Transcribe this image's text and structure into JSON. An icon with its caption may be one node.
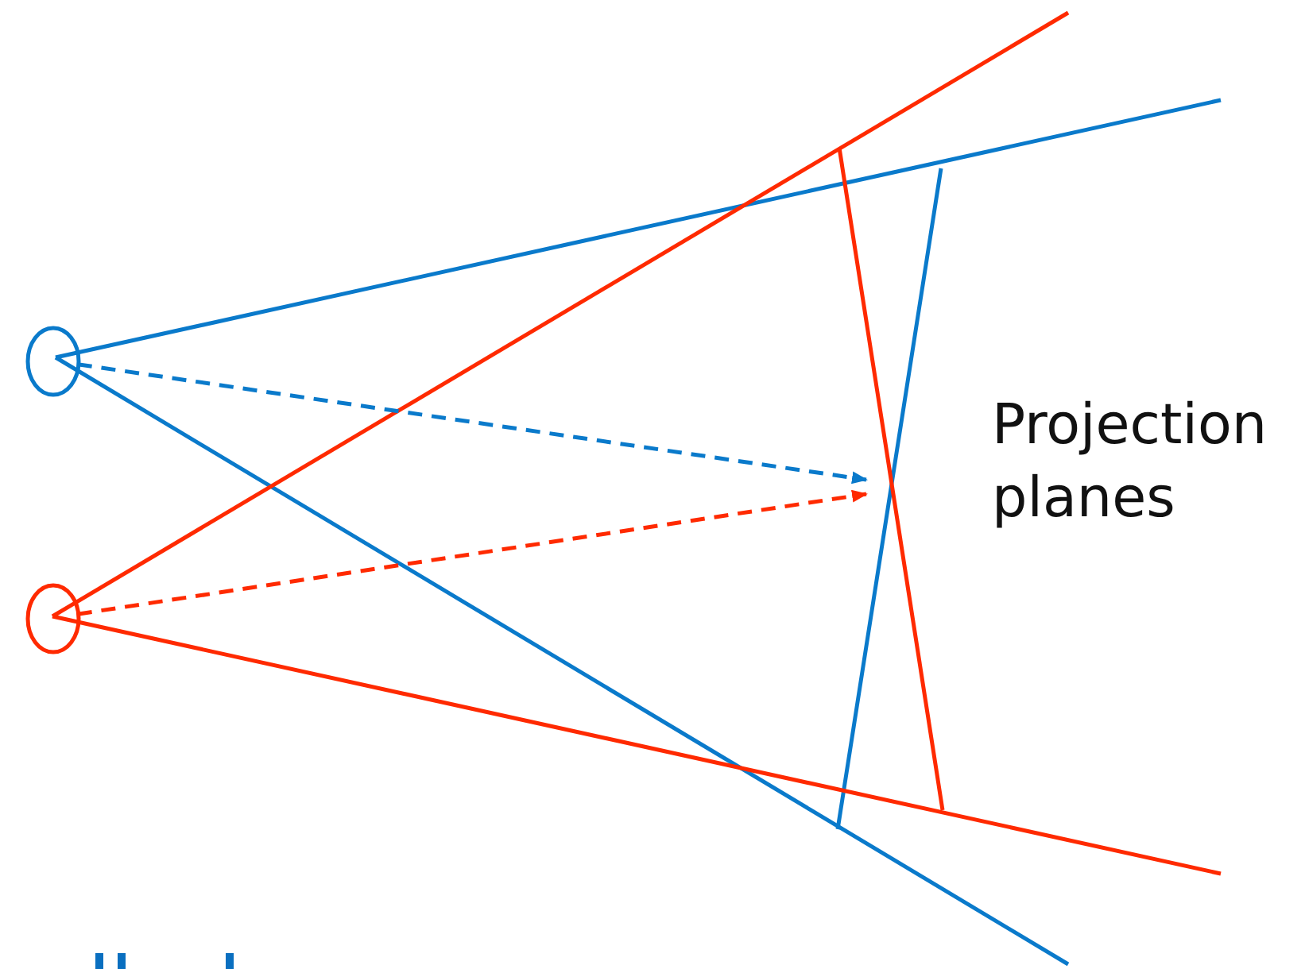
{
  "diagram": {
    "nodes": [
      {
        "text": [],
        "shape": "circle"
      },
      {
        "text": [],
        "shape": "circle"
      }
    ],
    "edges": [
      {
        "from": 0,
        "to": null,
        "arrow": "to",
        "style": "dashed",
        "color": "#0a7acb"
      },
      {
        "from": 1,
        "to": null,
        "arrow": "to",
        "style": "dashed",
        "color": "#ff2a00"
      }
    ],
    "labels": [
      "Projection planes"
    ]
  }
}
